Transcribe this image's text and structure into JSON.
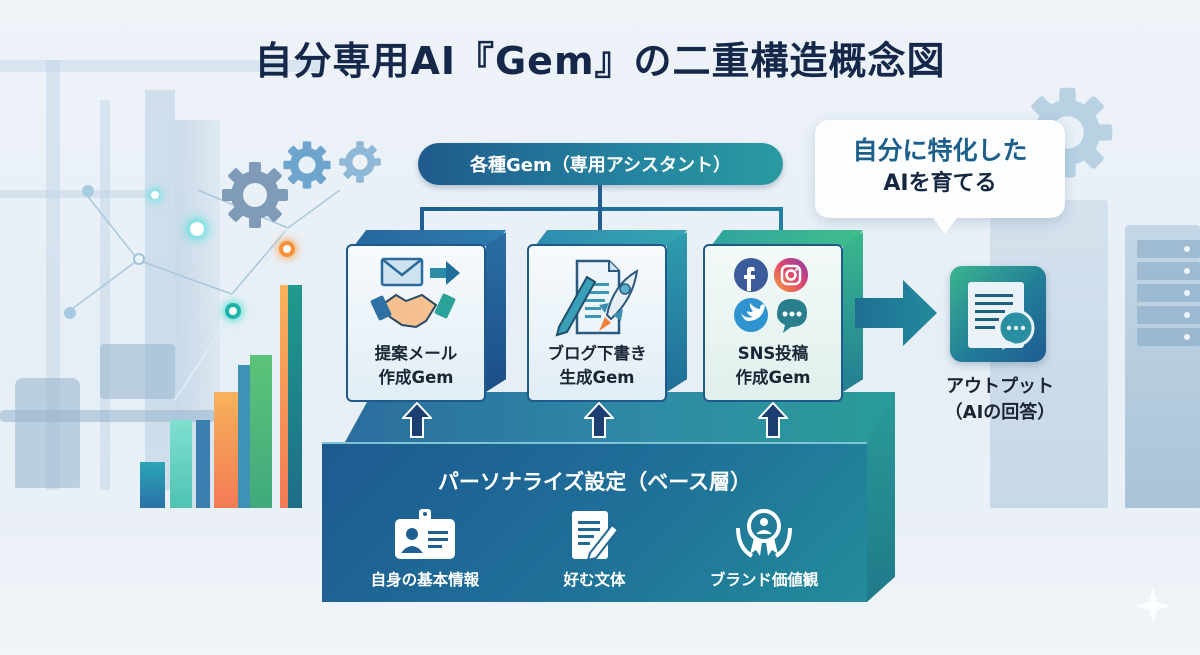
{
  "title": "自分専用AI『Gem』の二重構造概念図",
  "top_label": "各種Gem（専用アシスタント）",
  "callout": {
    "line1": "自分に特化した",
    "line2": "AIを育てる"
  },
  "gems": [
    {
      "label_line1": "提案メール",
      "label_line2": "作成Gem",
      "icon": "email-handshake-icon"
    },
    {
      "label_line1": "ブログ下書き",
      "label_line2": "生成Gem",
      "icon": "document-pencil-rocket-icon"
    },
    {
      "label_line1": "SNS投稿",
      "label_line2": "作成Gem",
      "icon": "social-media-icons"
    }
  ],
  "base_layer": {
    "title": "パーソナライズ設定（ベース層）",
    "items": [
      {
        "label": "自身の基本情報",
        "icon": "id-card-icon"
      },
      {
        "label": "好む文体",
        "icon": "document-pen-icon"
      },
      {
        "label": "ブランド価値観",
        "icon": "award-hands-icon"
      }
    ]
  },
  "output": {
    "line1": "アウトプット",
    "line2": "（AIの回答）",
    "icon": "document-chat-icon"
  },
  "colors": {
    "title": "#15284a",
    "primary_blue": "#1f5a8c",
    "teal": "#2a9a98",
    "green": "#3bb58f",
    "callout_accent": "#1d5f8c"
  }
}
